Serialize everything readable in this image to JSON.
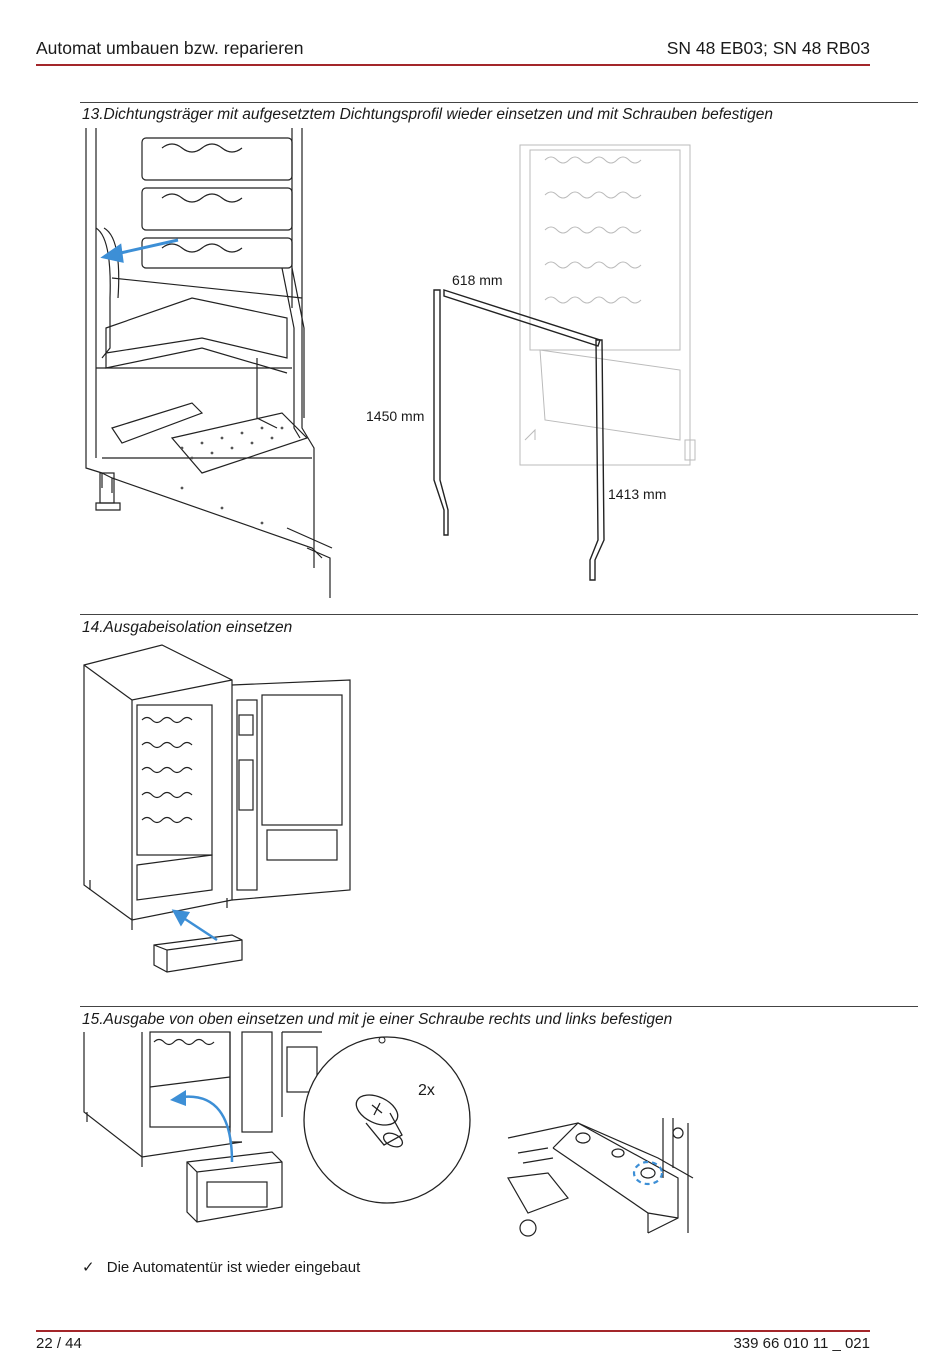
{
  "header": {
    "title": "Automat umbauen bzw. reparieren",
    "model": "SN 48 EB03; SN 48 RB03"
  },
  "steps": [
    {
      "label": "13.Dichtungsträger mit aufgesetztem Dichtungsprofil wieder einsetzen und mit Schrauben befestigen",
      "dimensions": [
        "618 mm",
        "1450 mm",
        "1413 mm"
      ]
    },
    {
      "label": "14.Ausgabeisolation einsetzen"
    },
    {
      "label": "15.Ausgabe von oben einsetzen und mit je einer Schraube rechts und links befestigen",
      "quantity": "2x"
    }
  ],
  "result": {
    "checkmark": "✓",
    "text": "Die Automatentür ist wieder eingebaut"
  },
  "footer": {
    "page": "22 / 44",
    "docnumber": "339 66 010 11 _ 021"
  },
  "colors": {
    "accent_line": "#a3262a",
    "arrow": "#3d8fd6"
  }
}
